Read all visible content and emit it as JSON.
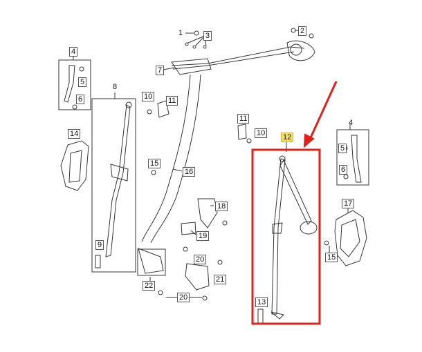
{
  "callouts": {
    "c1": "1",
    "c2": "2",
    "c3": "3",
    "c4_left": "4",
    "c5_left": "5",
    "c6_left": "6",
    "c7": "7",
    "c8": "8",
    "c9": "9",
    "c10_a": "10",
    "c10_b": "10",
    "c11_a": "11",
    "c11_b": "11",
    "c12": "12",
    "c13": "13",
    "c14": "14",
    "c15_a": "15",
    "c15_b": "15",
    "c16": "16",
    "c17": "17",
    "c18": "18",
    "c19": "19",
    "c20_a": "20",
    "c20_b": "20",
    "c21": "21",
    "c22": "22",
    "c4_right": "4",
    "c5_right": "5",
    "c6_right": "6"
  },
  "colors": {
    "highlight_box": "#e0201b",
    "arrow": "#e0201b",
    "line": "#333333",
    "highlight_label": "#f4e26b"
  }
}
